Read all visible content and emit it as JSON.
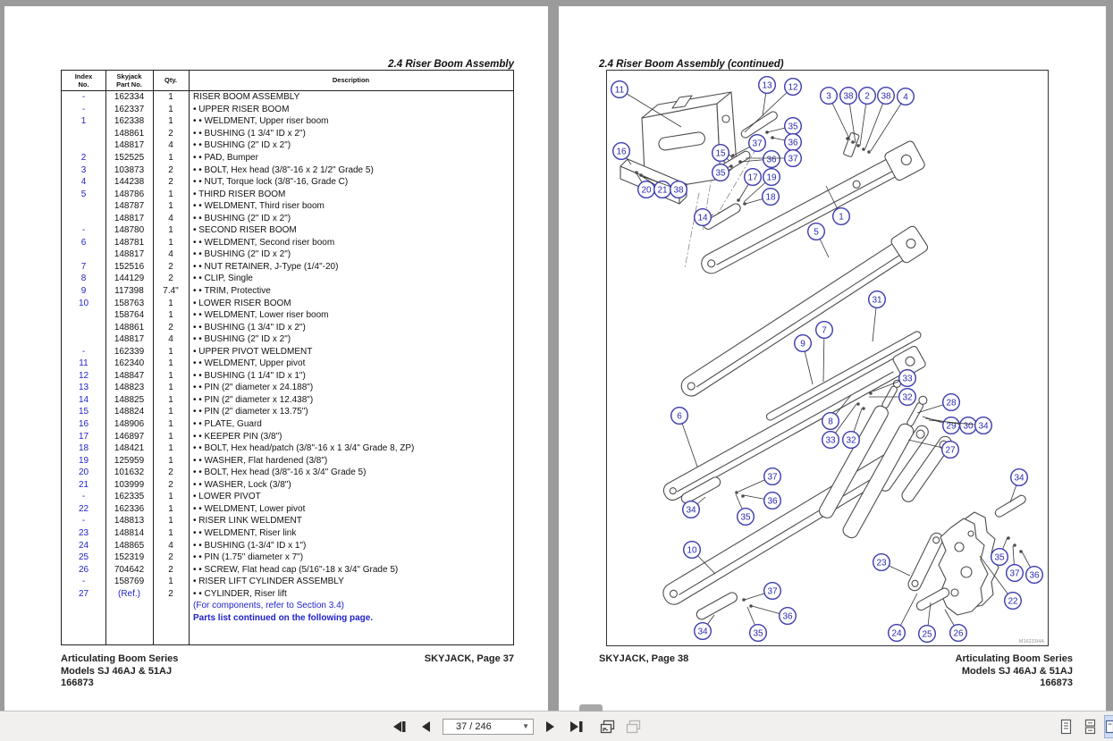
{
  "left_page": {
    "header": "2.4  Riser Boom Assembly",
    "table": {
      "headers": [
        "Index|No.",
        "Skyjack|Part No.",
        "Qty.",
        "Description"
      ],
      "rows": [
        [
          "-",
          "162334",
          "1",
          "RISER BOOM ASSEMBLY"
        ],
        [
          "-",
          "162337",
          "1",
          "•  UPPER RISER BOOM"
        ],
        [
          "1",
          "162338",
          "1",
          "• •  WELDMENT, Upper riser boom"
        ],
        [
          "",
          "148861",
          "2",
          "• •  BUSHING (1 3/4\" ID x 2\")"
        ],
        [
          "",
          "148817",
          "4",
          "• •  BUSHING (2\" ID x 2\")"
        ],
        [
          "2",
          "152525",
          "1",
          "• •  PAD, Bumper"
        ],
        [
          "3",
          "103873",
          "2",
          "• •  BOLT, Hex head (3/8\"-16 x 2 1/2\" Grade 5)"
        ],
        [
          "4",
          "144238",
          "2",
          "• •  NUT, Torque lock (3/8\"-16, Grade C)"
        ],
        [
          "5",
          "148786",
          "1",
          "•  THIRD RISER BOOM"
        ],
        [
          "",
          "148787",
          "1",
          "• •  WELDMENT, Third riser boom"
        ],
        [
          "",
          "148817",
          "4",
          "• •  BUSHING (2\" ID x 2\")"
        ],
        [
          "-",
          "148780",
          "1",
          "•  SECOND RISER BOOM"
        ],
        [
          "6",
          "148781",
          "1",
          "• •  WELDMENT, Second riser boom"
        ],
        [
          "",
          "148817",
          "4",
          "• •  BUSHING (2\" ID x 2\")"
        ],
        [
          "7",
          "152516",
          "2",
          "• •  NUT RETAINER, J-Type (1/4\"-20)"
        ],
        [
          "8",
          "144129",
          "2",
          "• •  CLIP, Single"
        ],
        [
          "9",
          "117398",
          "7.4\"",
          "• •  TRIM, Protective"
        ],
        [
          "10",
          "158763",
          "1",
          "•  LOWER RISER BOOM"
        ],
        [
          "",
          "158764",
          "1",
          "• •  WELDMENT, Lower riser boom"
        ],
        [
          "",
          "148861",
          "2",
          "• •  BUSHING (1 3/4\" ID x 2\")"
        ],
        [
          "",
          "148817",
          "4",
          "• •  BUSHING (2\" ID x 2\")"
        ],
        [
          "-",
          "162339",
          "1",
          "•  UPPER PIVOT WELDMENT"
        ],
        [
          "11",
          "162340",
          "1",
          "• •  WELDMENT, Upper pivot"
        ],
        [
          "12",
          "148847",
          "1",
          "• •  BUSHING (1 1/4\" ID x 1\")"
        ],
        [
          "13",
          "148823",
          "1",
          "• •  PIN (2\" diameter x 24.188\")"
        ],
        [
          "14",
          "148825",
          "1",
          "• •  PIN (2\" diameter x 12.438\")"
        ],
        [
          "15",
          "148824",
          "1",
          "• •  PIN (2\" diameter x 13.75\")"
        ],
        [
          "16",
          "148906",
          "1",
          "• •  PLATE, Guard"
        ],
        [
          "17",
          "146897",
          "1",
          "• •  KEEPER PIN (3/8\")"
        ],
        [
          "18",
          "148421",
          "1",
          "• •  BOLT, Hex head/patch (3/8\"-16 x 1 3/4\" Grade 8, ZP)"
        ],
        [
          "19",
          "125959",
          "1",
          "• •  WASHER, Flat hardened (3/8\")"
        ],
        [
          "20",
          "101632",
          "2",
          "• •  BOLT, Hex head (3/8\"-16 x 3/4\" Grade 5)"
        ],
        [
          "21",
          "103999",
          "2",
          "• •  WASHER, Lock (3/8\")"
        ],
        [
          "-",
          "162335",
          "1",
          "•  LOWER PIVOT"
        ],
        [
          "22",
          "162336",
          "1",
          "• •   WELDMENT, Lower pivot"
        ],
        [
          "-",
          "148813",
          "1",
          "•  RISER LINK WELDMENT"
        ],
        [
          "23",
          "148814",
          "1",
          "• •   WELDMENT, Riser link"
        ],
        [
          "24",
          "148865",
          "4",
          "• •   BUSHING (1-3/4\" ID x 1\")"
        ],
        [
          "25",
          "152319",
          "2",
          "• •   PIN (1.75\" diameter x 7\")"
        ],
        [
          "26",
          "704642",
          "2",
          "• •   SCREW, Flat head cap (5/16\"-18 x 3/4\" Grade 5)"
        ],
        [
          "-",
          "158769",
          "1",
          "•  RISER LIFT CYLINDER ASSEMBLY"
        ],
        [
          "27",
          "(Ref.)",
          "2",
          "• •   CYLINDER, Riser lift"
        ]
      ],
      "notes": [
        "(For components, refer to Section 3.4)",
        "Parts list continued on the following page."
      ]
    },
    "footer_left": [
      "Articulating Boom Series",
      "Models SJ 46AJ & 51AJ",
      "166873"
    ],
    "footer_right": "SKYJACK, Page 37"
  },
  "right_page": {
    "header": "2.4  Riser Boom Assembly (continued)",
    "footer_left": "SKYJACK, Page 38",
    "footer_right": [
      "Articulating Boom Series",
      "Models SJ 46AJ & 51AJ",
      "166873"
    ],
    "diagram": {
      "watermark": "M16233I4A",
      "callouts": [
        [
          "11",
          693,
          100,
          762,
          142
        ],
        [
          "13",
          858,
          95,
          853,
          130
        ],
        [
          "12",
          887,
          97,
          833,
          148
        ],
        [
          "3",
          927,
          107,
          951,
          157
        ],
        [
          "38",
          949,
          107,
          957,
          160
        ],
        [
          "2",
          970,
          107,
          962,
          163
        ],
        [
          "38",
          991,
          107,
          968,
          166
        ],
        [
          "4",
          1013,
          108,
          974,
          169
        ],
        [
          "35",
          887,
          141,
          858,
          148
        ],
        [
          "36",
          887,
          159,
          864,
          154
        ],
        [
          "16",
          695,
          169,
          706,
          184
        ],
        [
          "37",
          847,
          160,
          822,
          173
        ],
        [
          "15",
          806,
          171,
          816,
          180
        ],
        [
          "36",
          863,
          178,
          828,
          181
        ],
        [
          "37",
          887,
          177,
          834,
          177
        ],
        [
          "35",
          806,
          193,
          818,
          185
        ],
        [
          "17",
          842,
          198,
          827,
          223
        ],
        [
          "19",
          863,
          198,
          832,
          226
        ],
        [
          "20",
          723,
          212,
          712,
          194
        ],
        [
          "21",
          741,
          212,
          716,
          196
        ],
        [
          "38",
          759,
          212,
          720,
          198
        ],
        [
          "18",
          862,
          220,
          834,
          228
        ],
        [
          "14",
          786,
          243,
          798,
          240
        ],
        [
          "1",
          941,
          242,
          924,
          208
        ],
        [
          "5",
          913,
          259,
          927,
          288
        ],
        [
          "31",
          981,
          335,
          976,
          382
        ],
        [
          "7",
          922,
          369,
          921,
          427
        ],
        [
          "9",
          898,
          384,
          909,
          430
        ],
        [
          "33",
          1015,
          423,
          976,
          438
        ],
        [
          "32",
          1015,
          444,
          972,
          444
        ],
        [
          "28",
          1064,
          450,
          1026,
          462
        ],
        [
          "6",
          760,
          465,
          780,
          522
        ],
        [
          "8",
          929,
          471,
          952,
          442
        ],
        [
          "29",
          1064,
          476,
          1032,
          466
        ],
        [
          "30",
          1083,
          476,
          1035,
          468
        ],
        [
          "34",
          1100,
          476,
          1039,
          470
        ],
        [
          "33",
          929,
          492,
          958,
          452
        ],
        [
          "32",
          952,
          492,
          964,
          457
        ],
        [
          "27",
          1063,
          503,
          1016,
          492
        ],
        [
          "37",
          864,
          533,
          826,
          550
        ],
        [
          "34",
          1140,
          534,
          1130,
          562
        ],
        [
          "36",
          864,
          560,
          832,
          554
        ],
        [
          "34",
          773,
          570,
          789,
          556
        ],
        [
          "35",
          834,
          578,
          823,
          553
        ],
        [
          "10",
          774,
          615,
          800,
          642
        ],
        [
          "23",
          986,
          629,
          1018,
          644
        ],
        [
          "35",
          1118,
          623,
          1127,
          601
        ],
        [
          "37",
          1135,
          641,
          1133,
          611
        ],
        [
          "36",
          1157,
          643,
          1143,
          617
        ],
        [
          "22",
          1133,
          672,
          1096,
          622
        ],
        [
          "37",
          864,
          661,
          833,
          671
        ],
        [
          "36",
          881,
          689,
          841,
          678
        ],
        [
          "34",
          786,
          706,
          799,
          688
        ],
        [
          "35",
          848,
          708,
          836,
          679
        ],
        [
          "24",
          1003,
          708,
          1026,
          664
        ],
        [
          "25",
          1037,
          709,
          1041,
          674
        ],
        [
          "26",
          1072,
          708,
          1057,
          682
        ]
      ]
    }
  },
  "toolbar": {
    "page_field": "37 / 246",
    "first_page": "first-page",
    "prev_page": "previous-page",
    "next_page": "next-page",
    "last_page": "last-page",
    "prev_view": "previous-view",
    "next_view": "next-view",
    "view_modes": [
      "single-page",
      "continuous",
      "two-page"
    ]
  },
  "colors": {
    "callout_blue": "#3c3cae",
    "link_blue": "#2222cc",
    "line_gray": "#4d4d4d"
  }
}
